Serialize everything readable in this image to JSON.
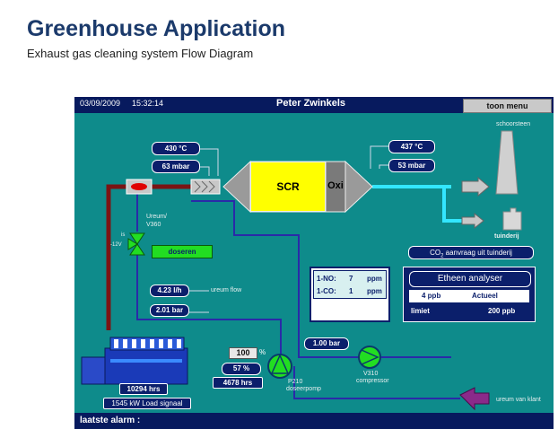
{
  "header": {
    "title": "Greenhouse Application",
    "subtitle": "Exhaust gas cleaning system Flow Diagram"
  },
  "topbar": {
    "date": "03/09/2009",
    "time": "15:32:14",
    "user": "Peter Zwinkels",
    "menu_label": "toon menu"
  },
  "inlet": {
    "temperature": "430  °C",
    "pressure": "63 mbar"
  },
  "outlet": {
    "temperature": "437  °C",
    "pressure": "53 mbar"
  },
  "reactor": {
    "scr_label": "SCR",
    "oxi_label": "Oxi"
  },
  "outputs": {
    "chimney_label": "schoorsteen",
    "greenhouse_label": "tuinderij"
  },
  "co2": {
    "text_prefix": "CO",
    "subscript": "2",
    "text_suffix": " aanvraag uit tuinderij"
  },
  "urea_valve": {
    "name_line1": "Ureum/",
    "name_line2": "V360",
    "tag_is": "is",
    "tag_voltage": "-12V",
    "dose_button": "doseren"
  },
  "urea_flow": {
    "flow_value": "4.23 l/h",
    "flow_label": "ureum flow",
    "pressure_value": "2.01 bar"
  },
  "emissions": {
    "no_label": "1-NO:",
    "no_value": "7",
    "no_unit": "ppm",
    "co_label": "1-CO:",
    "co_value": "1",
    "co_unit": "ppm"
  },
  "ethene": {
    "title": "Etheen analyser",
    "current_value": "4 ppb",
    "current_label": "Actueel",
    "limit_label": "limiet",
    "limit_value": "200 ppb"
  },
  "compressor": {
    "pressure": "1.00 bar",
    "name_line1": "V310",
    "name_line2": "compressor"
  },
  "dosing_pump": {
    "setpoint_value": "100",
    "setpoint_unit": "%",
    "actual": "57 %",
    "hours": "4678 hrs",
    "name_line1": "P210",
    "name_line2": "doseerpomp"
  },
  "engine": {
    "hours": "10294 hrs",
    "load_signal": "1545 kW Load signaal"
  },
  "urea_supply": {
    "label": "ureum van klant"
  },
  "alarm": {
    "label": "laatste alarm :"
  },
  "colors": {
    "screen_bg": "#0e8b8b",
    "bar_bg": "#071a5e",
    "scr_yellow": "#ffff00",
    "exhaust_pipe": "#7a1414",
    "clean_gas": "#33e6ff",
    "urea_line": "#2a2aa8",
    "dose_button": "#22dd22"
  }
}
